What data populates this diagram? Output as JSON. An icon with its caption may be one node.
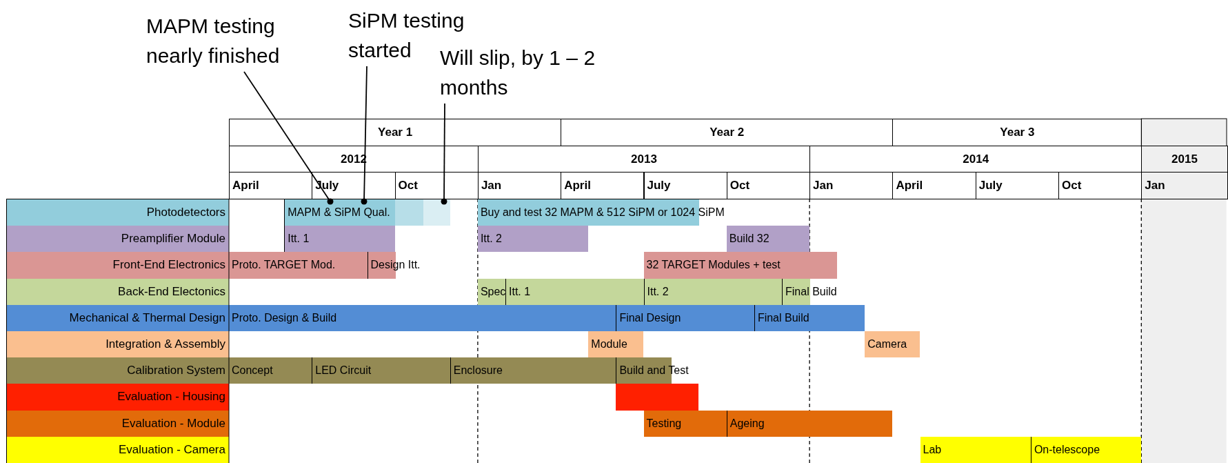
{
  "diagram": {
    "nodes": [
      {
        "text": [
          "MAPM testing nearly finished"
        ]
      },
      {
        "text": [
          "SiPM testing started"
        ]
      },
      {
        "text": [
          "Will slip, by 1 – 2 months"
        ]
      },
      {
        "text": [
          "Photodetectors"
        ]
      },
      {
        "text": [
          "MAPM & SiPM Qual."
        ]
      },
      {
        "text": [
          "Buy and test 32 MAPM & 512 SiPM or 1024 SiPM"
        ]
      },
      {
        "text": [
          "Preamplifier Module"
        ]
      },
      {
        "text": [
          "Itt. 1"
        ]
      },
      {
        "text": [
          "Itt. 2"
        ]
      },
      {
        "text": [
          "Build 32"
        ]
      },
      {
        "text": [
          "Front-End Electronics"
        ]
      },
      {
        "text": [
          "Proto. TARGET Mod."
        ]
      },
      {
        "text": [
          "Design Itt."
        ]
      },
      {
        "text": [
          "32 TARGET Modules + test"
        ]
      },
      {
        "text": [
          "Back-End Electonics"
        ]
      },
      {
        "text": [
          "Spec"
        ]
      },
      {
        "text": [
          "Itt. 1"
        ]
      },
      {
        "text": [
          "Itt. 2"
        ]
      },
      {
        "text": [
          "Final Build"
        ]
      },
      {
        "text": [
          "Mechanical & Thermal Design"
        ]
      },
      {
        "text": [
          "Proto. Design & Build"
        ]
      },
      {
        "text": [
          "Final Design"
        ]
      },
      {
        "text": [
          "Final Build"
        ]
      },
      {
        "text": [
          "Integration & Assembly"
        ]
      },
      {
        "text": [
          "Module"
        ]
      },
      {
        "text": [
          "Camera"
        ]
      },
      {
        "text": [
          "Calibration System"
        ]
      },
      {
        "text": [
          "Concept"
        ]
      },
      {
        "text": [
          "LED Circuit"
        ]
      },
      {
        "text": [
          "Enclosure"
        ]
      },
      {
        "text": [
          "Build and Test"
        ]
      },
      {
        "text": [
          "Evaluation - Housing"
        ]
      },
      {
        "text": [],
        "shape": "bar"
      },
      {
        "text": [
          "Evaluation - Module"
        ]
      },
      {
        "text": [
          "Testing"
        ]
      },
      {
        "text": [
          "Ageing"
        ]
      },
      {
        "text": [
          "Evaluation - Camera"
        ]
      },
      {
        "text": [
          "Lab"
        ]
      },
      {
        "text": [
          "On-telescope"
        ]
      }
    ],
    "edges": [
      {
        "from": 0,
        "to": 4,
        "arrow": "other"
      },
      {
        "from": 1,
        "to": 4,
        "arrow": "other"
      },
      {
        "from": 2,
        "to": 4,
        "arrow": "other"
      }
    ],
    "labels": [
      "Year 1",
      "Year 2",
      "Year 3",
      "2012",
      "2013",
      "2014",
      "2015",
      "April",
      "July",
      "Oct",
      "Jan",
      "April",
      "July",
      "Oct",
      "Jan",
      "April",
      "July",
      "Oct",
      "Jan"
    ]
  }
}
